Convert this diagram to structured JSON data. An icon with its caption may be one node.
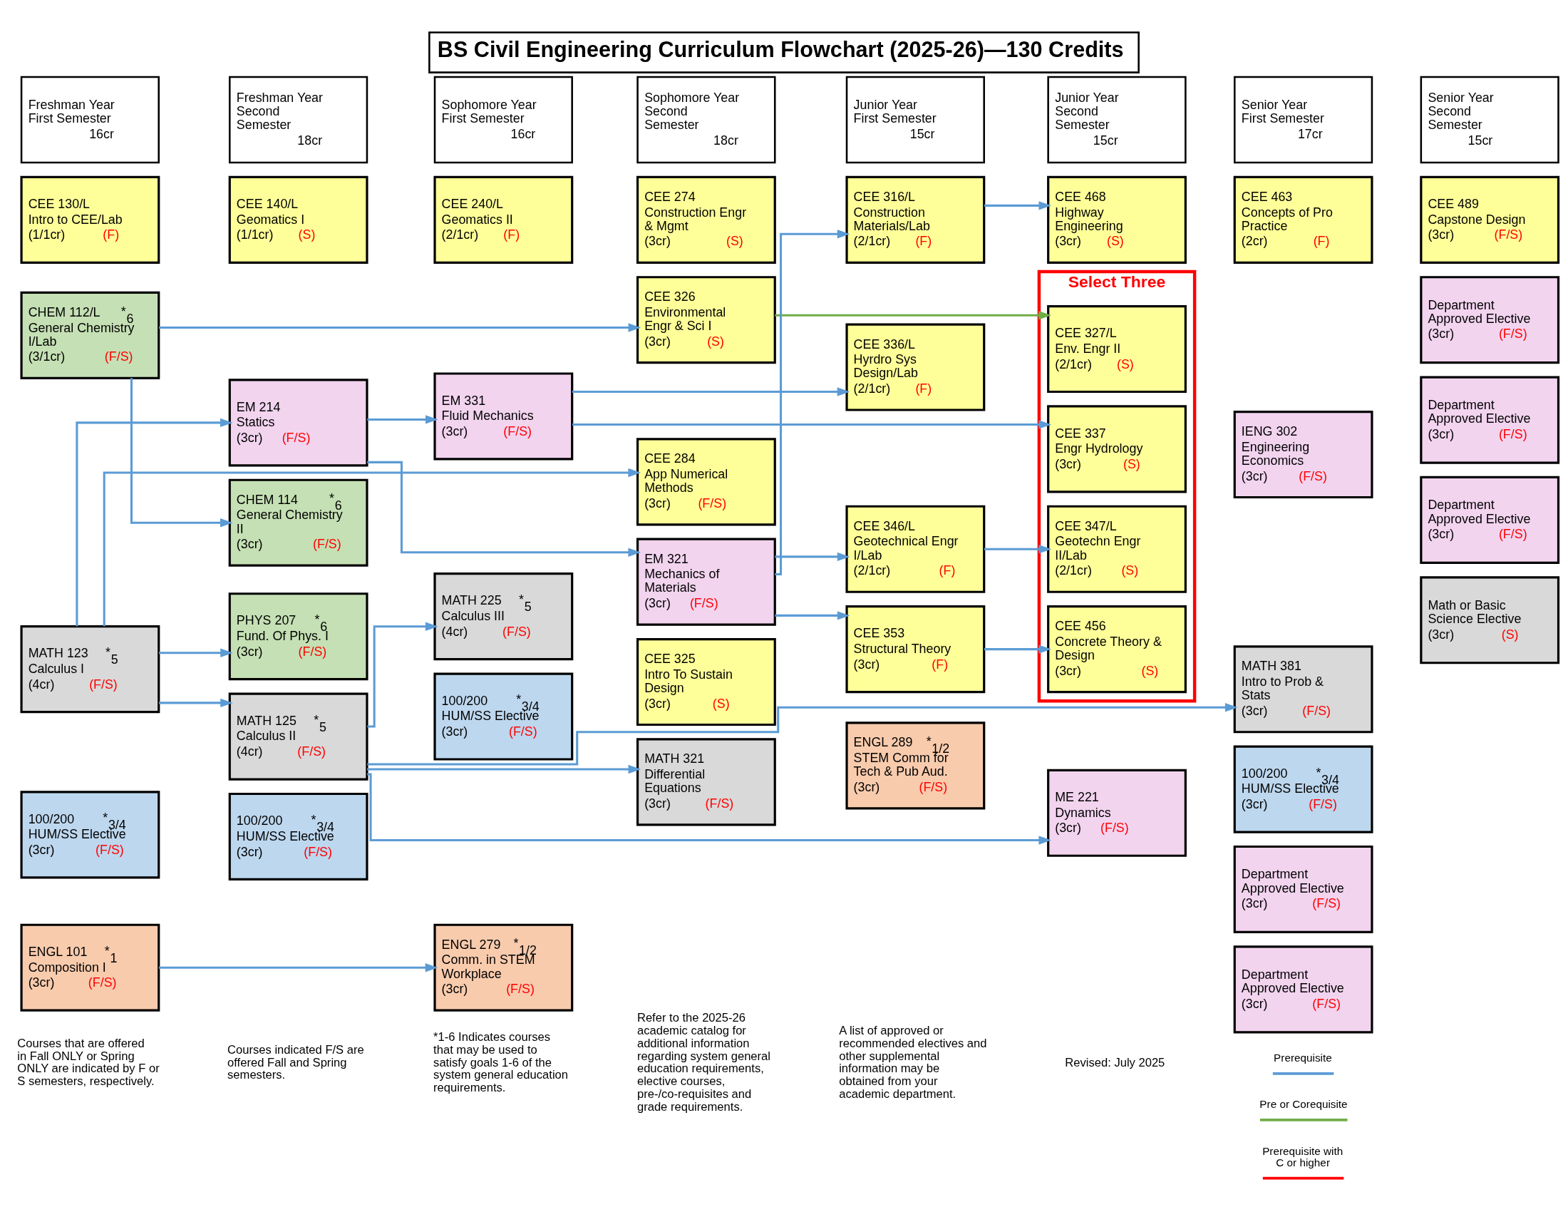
{
  "diagram": {
    "title": "BS Civil Engineering Curriculum Flowchart (2025-26)—130 Credits",
    "nodes": [
      {
        "text": [
          "Freshman Year First Semester",
          "16cr"
        ]
      },
      {
        "text": [
          "CEE 130/L",
          "Intro to CEE/Lab",
          "(1/1cr)",
          "(F)"
        ]
      },
      {
        "text": [
          "CHEM 112/L",
          "*$_{6}$",
          "General Chemistry I/Lab",
          "(3/1cr)",
          "(F/S)"
        ]
      },
      {
        "text": [
          "MATH 123",
          "*$_{5}$",
          "Calculus I",
          "(4cr)",
          "(F/S)"
        ]
      },
      {
        "text": [
          "100/200",
          "*$_{3/4}$",
          "HUM/SS Elective",
          "(3cr)",
          "(F/S)"
        ]
      },
      {
        "text": [
          "ENGL 101",
          "*$_{1}$",
          "Composition I",
          "(3cr)",
          "(F/S)"
        ]
      },
      {
        "text": [
          "Freshman Year Second Semester",
          "18cr"
        ]
      },
      {
        "text": [
          "CEE 140/L",
          "Geomatics I",
          "(1/1cr)",
          "(S)"
        ]
      },
      {
        "text": [
          "EM 214",
          "Statics",
          "(3cr)",
          "(F/S)"
        ]
      },
      {
        "text": [
          "CHEM 114",
          "*$_{6}$",
          "General Chemistry II",
          "(3cr)",
          "(F/S)"
        ]
      },
      {
        "text": [
          "PHYS 207",
          "*$_{6}$",
          "Fund. Of Phys. I",
          "(3cr)",
          "(F/S)"
        ]
      },
      {
        "text": [
          "MATH 125",
          "*$_{5}$",
          "Calculus II",
          "(4cr)",
          "(F/S)"
        ]
      },
      {
        "text": [
          "100/200",
          "*$_{3/4}$",
          "HUM/SS Elective",
          "(3cr)",
          "(F/S)"
        ]
      },
      {
        "text": [
          "Sophomore Year First Semester",
          "16cr"
        ]
      },
      {
        "text": [
          "CEE 240/L",
          "Geomatics II",
          "(2/1cr)",
          "(F)"
        ]
      },
      {
        "text": [
          "EM 331",
          "Fluid Mechanics",
          "(3cr)",
          "(F/S)"
        ]
      },
      {
        "text": [
          "MATH 225",
          "*$_{5}$",
          "Calculus III",
          "(4cr)",
          "(F/S)"
        ]
      },
      {
        "text": [
          "100/200",
          "*$_{3/4}$",
          "HUM/SS Elective",
          "(3cr)",
          "(F/S)"
        ]
      },
      {
        "text": [
          "ENGL 279",
          "*$_{1/2}$",
          "Comm. in STEM Workplace",
          "(3cr)",
          "(F/S)"
        ]
      },
      {
        "text": [
          "Sophomore Year Second Semester",
          "18cr"
        ]
      },
      {
        "text": [
          "CEE 274",
          "Construction Engr & Mgmt",
          "(3cr)",
          "(S)"
        ]
      },
      {
        "text": [
          "CEE 326",
          "Environmental Engr & Sci I",
          "(3cr)",
          "(S)"
        ]
      },
      {
        "text": [
          "CEE 284",
          "App Numerical Methods",
          "(3cr)",
          "(F/S)"
        ]
      },
      {
        "text": [
          "EM 321",
          "Mechanics of Materials",
          "(3cr)",
          "(F/S)"
        ]
      },
      {
        "text": [
          "CEE 325",
          "Intro To Sustain Design",
          "(3cr)",
          "(S)"
        ]
      },
      {
        "text": [
          "MATH 321",
          "Differential Equations",
          "(3cr)",
          "(F/S)"
        ]
      },
      {
        "text": [
          "Junior Year First Semester",
          "15cr"
        ]
      },
      {
        "text": [
          "CEE 316/L",
          "Construction Materials/Lab",
          "(2/1cr)",
          "(F)"
        ]
      },
      {
        "text": [
          "CEE 336/L",
          "Hyrdro Sys Design/Lab",
          "(2/1cr)",
          "(F)"
        ]
      },
      {
        "text": [
          "CEE 346/L",
          "Geotechnical Engr I/Lab",
          "(2/1cr)",
          "(F)"
        ]
      },
      {
        "text": [
          "CEE 353",
          "Structural Theory",
          "(3cr)",
          "(F)"
        ]
      },
      {
        "text": [
          "ENGL 289",
          "*$_{1/2}$",
          "STEM Comm for Tech & Pub Aud.",
          "(3cr)",
          "(F/S)"
        ]
      },
      {
        "text": [
          "Junior Year Second Semester",
          "15cr"
        ]
      },
      {
        "text": [
          "CEE 468",
          "Highway Engineering",
          "(3cr)",
          "(S)"
        ]
      },
      {
        "text": [
          "Select Three"
        ]
      },
      {
        "text": [
          "CEE 327/L",
          "Env. Engr II",
          "(2/1cr)",
          "(S)"
        ],
        "in": 34
      },
      {
        "text": [
          "CEE 337",
          "Engr Hydrology",
          "(3cr)",
          "(S)"
        ],
        "in": 34
      },
      {
        "text": [
          "CEE 347/L",
          "Geotechn Engr II/Lab",
          "(2/1cr)",
          "(S)"
        ],
        "in": 34
      },
      {
        "text": [
          "CEE 456",
          "Concrete Theory & Design",
          "(3cr)",
          "(S)"
        ],
        "in": 34
      },
      {
        "text": [
          "ME 221",
          "Dynamics",
          "(3cr)",
          "(F/S)"
        ]
      },
      {
        "text": [
          "Senior Year First Semester",
          "17cr"
        ]
      },
      {
        "text": [
          "CEE 463",
          "Concepts of Pro Practice",
          "(2cr)",
          "(F)"
        ]
      },
      {
        "text": [
          "IENG 302",
          "Engineering Economics",
          "(3cr)",
          "(F/S)"
        ]
      },
      {
        "text": [
          "MATH 381",
          "Intro to Prob & Stats",
          "(3cr)",
          "(F/S)"
        ]
      },
      {
        "text": [
          "100/200",
          "*$_{3/4}$",
          "HUM/SS Elective",
          "(3cr)",
          "(F/S)"
        ]
      },
      {
        "text": [
          "Department Approved Elective",
          "(3cr)",
          "(F/S)"
        ]
      },
      {
        "text": [
          "Department Approved Elective",
          "(3cr)",
          "(F/S)"
        ]
      },
      {
        "text": [
          "Senior Year Second Semester",
          "15cr"
        ]
      },
      {
        "text": [
          "CEE 489",
          "Capstone Design",
          "(3cr)",
          "(F/S)"
        ]
      },
      {
        "text": [
          "Department Approved Elective",
          "(3cr)",
          "(F/S)"
        ]
      },
      {
        "text": [
          "Department Approved Elective",
          "(3cr)",
          "(F/S)"
        ]
      },
      {
        "text": [
          "Department Approved Elective",
          "(3cr)",
          "(F/S)"
        ]
      },
      {
        "text": [
          "Math or Basic Science Elective",
          "(3cr)",
          "(S)"
        ]
      }
    ],
    "edges": [
      {
        "from": 2,
        "to": 9,
        "arrow": "to"
      },
      {
        "from": 2,
        "to": 21,
        "arrow": "to"
      },
      {
        "from": 3,
        "to": 8,
        "arrow": "to"
      },
      {
        "from": 3,
        "to": 10,
        "arrow": "to"
      },
      {
        "from": 3,
        "to": 22,
        "arrow": "to"
      },
      {
        "from": 3,
        "to": 11,
        "arrow": "to"
      },
      {
        "from": 5,
        "to": 18,
        "arrow": "to"
      },
      {
        "from": 8,
        "to": 15,
        "arrow": "to"
      },
      {
        "from": 8,
        "to": 23,
        "arrow": "to"
      },
      {
        "from": 11,
        "to": 16,
        "arrow": "to"
      },
      {
        "from": 11,
        "to": 25,
        "arrow": "to"
      },
      {
        "from": 11,
        "to": 43,
        "arrow": "to"
      },
      {
        "from": 11,
        "to": 39,
        "arrow": "to"
      },
      {
        "from": 15,
        "to": 28,
        "arrow": "to"
      },
      {
        "from": 15,
        "to": 36,
        "arrow": "to"
      },
      {
        "from": 21,
        "to": 35,
        "arrow": "to",
        "color": "#70ad47"
      },
      {
        "from": 23,
        "to": 27,
        "arrow": "to"
      },
      {
        "from": 23,
        "to": 29,
        "arrow": "to"
      },
      {
        "from": 23,
        "to": 30,
        "arrow": "to"
      },
      {
        "from": 27,
        "to": 33,
        "arrow": "to"
      },
      {
        "from": 29,
        "to": 37,
        "arrow": "to"
      },
      {
        "from": 30,
        "to": 38,
        "arrow": "to"
      }
    ],
    "labels": [
      "Courses that are offered in Fall ONLY or Spring ONLY are indicated by F or S semesters, respectively.",
      "Courses indicated F/S are offered Fall and Spring semesters.",
      "*1-6 Indicates courses that may be used to satisfy goals 1-6 of the system general education requirements.",
      "Refer to the 2025-26 academic catalog for additional information regarding system general education requirements, elective courses, pre-/co-requisites and grade requirements.",
      "A list of approved or recommended electives and other supplemental information may be obtained from your academic department.",
      "Revised: July 2025"
    ],
    "legend": [
      {
        "text": "Prerequisite"
      },
      {
        "text": "Pre or Corequisite"
      },
      {
        "text": "Prerequisite with C or higher"
      }
    ]
  }
}
